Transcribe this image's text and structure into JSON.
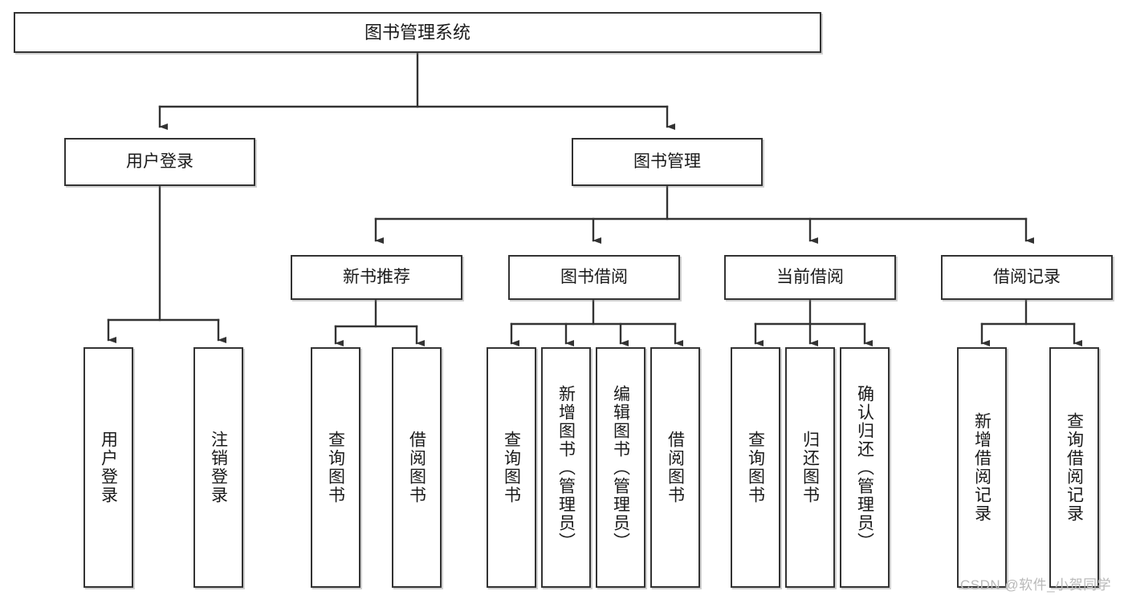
{
  "diagram": {
    "title": "图书管理系统",
    "type": "tree-hierarchy-chart",
    "orientation": "top-down",
    "colors": {
      "node_border": "#333333",
      "node_fill": "#ffffff",
      "edge": "#333333",
      "text": "#1a1a1a",
      "watermark": "#b9b9b9"
    },
    "root": {
      "id": "root",
      "label": "图书管理系统"
    },
    "level2": [
      {
        "id": "user-login",
        "label": "用户登录"
      },
      {
        "id": "book-manage",
        "label": "图书管理"
      }
    ],
    "level3": [
      {
        "id": "new-book-rec",
        "label": "新书推荐"
      },
      {
        "id": "book-borrow",
        "label": "图书借阅"
      },
      {
        "id": "current-borrow",
        "label": "当前借阅"
      },
      {
        "id": "borrow-record",
        "label": "借阅记录"
      }
    ],
    "leaves": {
      "user-login": [
        {
          "id": "leaf-user-login",
          "label": "用户登录"
        },
        {
          "id": "leaf-user-logout",
          "label": "注销登录"
        }
      ],
      "new-book-rec": [
        {
          "id": "leaf-query-book-1",
          "label": "查询图书"
        },
        {
          "id": "leaf-borrow-book-1",
          "label": "借阅图书"
        }
      ],
      "book-borrow": [
        {
          "id": "leaf-query-book-2",
          "label": "查询图书"
        },
        {
          "id": "leaf-add-book",
          "label": "新增图书（管理员）"
        },
        {
          "id": "leaf-edit-book",
          "label": "编辑图书（管理员）"
        },
        {
          "id": "leaf-borrow-book-2",
          "label": "借阅图书"
        }
      ],
      "current-borrow": [
        {
          "id": "leaf-query-book-3",
          "label": "查询图书"
        },
        {
          "id": "leaf-return-book",
          "label": "归还图书"
        },
        {
          "id": "leaf-confirm-return",
          "label": "确认归还（管理员）"
        }
      ],
      "borrow-record": [
        {
          "id": "leaf-add-record",
          "label": "新增借阅记录"
        },
        {
          "id": "leaf-query-record",
          "label": "查询借阅记录"
        }
      ]
    }
  },
  "watermark": {
    "text": "CSDN @软件_小贺同学"
  }
}
